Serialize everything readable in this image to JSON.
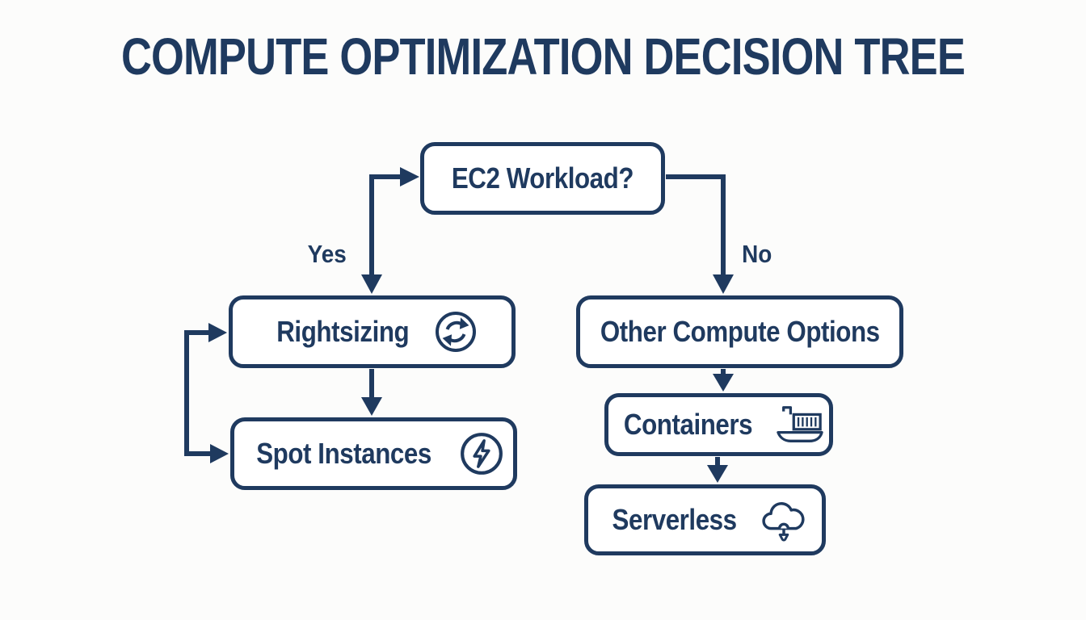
{
  "title": "COMPUTE OPTIMIZATION DECISION TREE",
  "colors": {
    "navy": "#1f3a5f",
    "background": "#fcfcfb",
    "box_fill": "#ffffff"
  },
  "branch_labels": {
    "yes": "Yes",
    "no": "No"
  },
  "nodes": {
    "root": {
      "label": "EC2 Workload?"
    },
    "rightsizing": {
      "label": "Rightsizing",
      "icon": "refresh-sync-icon"
    },
    "spot_instances": {
      "label": "Spot Instances",
      "icon": "lightning-bolt-icon"
    },
    "other_compute": {
      "label": "Other Compute Options"
    },
    "containers": {
      "label": "Containers",
      "icon": "container-ship-icon"
    },
    "serverless": {
      "label": "Serverless",
      "icon": "cloud-download-icon"
    }
  }
}
